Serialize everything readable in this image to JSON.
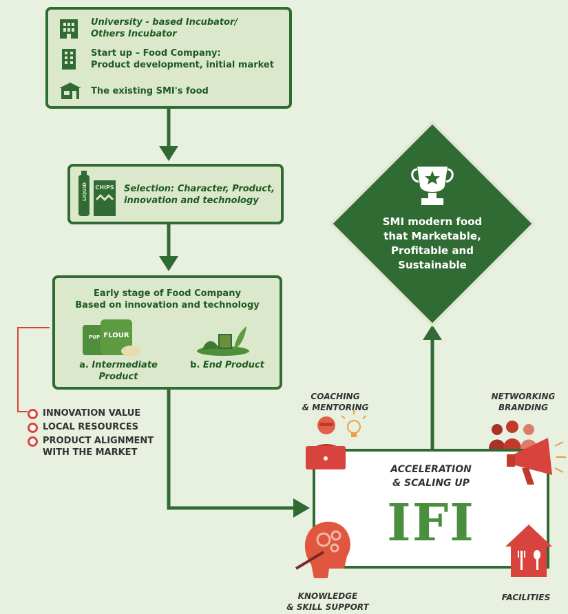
{
  "box1": {
    "items": [
      {
        "icon": "university-building-icon",
        "lines": [
          "University - based Incubator/",
          "Others Incubator"
        ]
      },
      {
        "icon": "office-building-icon",
        "lines": [
          "Start up – Food Company:",
          "Product development, initial market"
        ]
      },
      {
        "icon": "shop-icon",
        "lines": [
          "The existing SMI's food"
        ]
      }
    ]
  },
  "box2": {
    "bottle_text": "LIQUID",
    "bag_text": "CHIPS",
    "lines": [
      "Selection: Character, Product,",
      "innovation and technology"
    ]
  },
  "box3": {
    "title_lines": [
      "Early stage of Food Company",
      "Based on innovation and technology"
    ],
    "sack_text": "FLOUR",
    "sack_small_text": "PUP",
    "item_a": [
      "a. Intermediate",
      "Product"
    ],
    "item_b": "b. End Product"
  },
  "red_list": [
    "INNOVATION VALUE",
    "LOCAL RESOURCES",
    "PRODUCT ALIGNMENT",
    "WITH THE MARKET"
  ],
  "diamond": {
    "lines": [
      "SMI modern food",
      "that Marketable,",
      "Profitable and",
      "Sustainable"
    ],
    "icon": "trophy-icon"
  },
  "ifi": {
    "subtitle_lines": [
      "ACCELERATION",
      "& SCALING UP"
    ],
    "logo": "IFI"
  },
  "corners": {
    "coaching": [
      "COACHING",
      "& MENTORING"
    ],
    "networking": [
      "NETWORKING",
      "BRANDING"
    ],
    "knowledge": [
      "KNOWLEDGE",
      "& SKILL SUPPORT"
    ],
    "facilities": "FACILITIES"
  },
  "colors": {
    "green": "#2f6b32",
    "box_fill": "#dbe8cc",
    "red": "#d8433e",
    "bg": "#e8f0e0"
  }
}
